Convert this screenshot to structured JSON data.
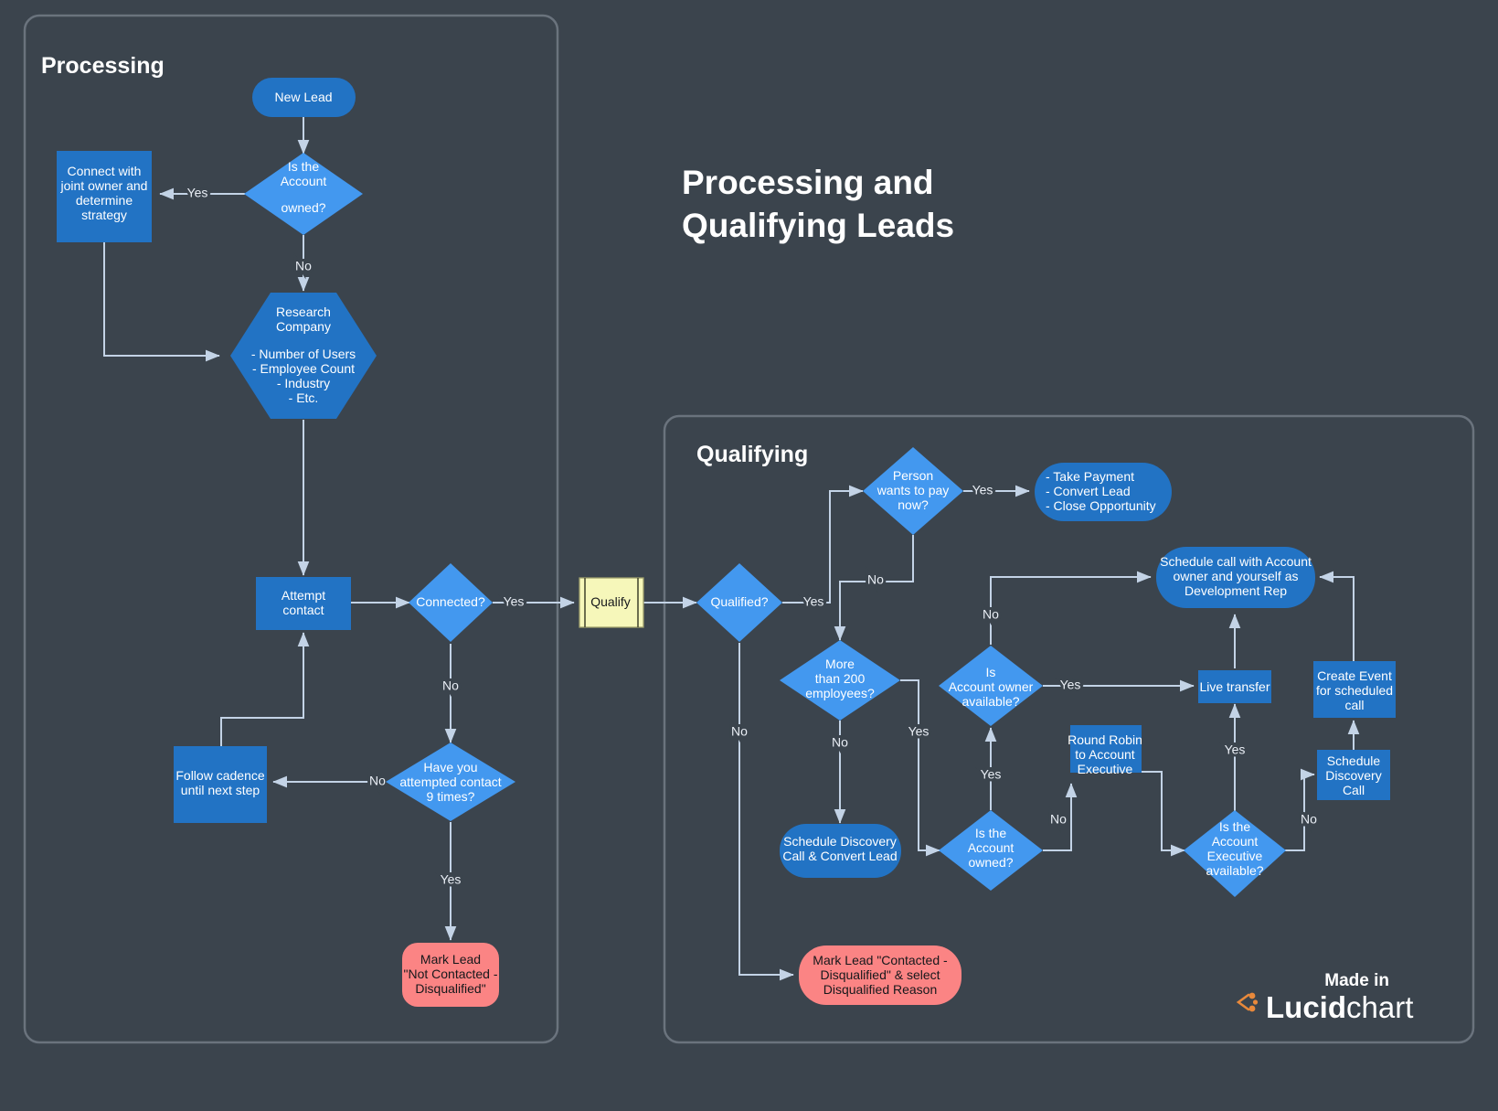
{
  "page": {
    "title_line1": "Processing and",
    "title_line2": "Qualifying Leads",
    "background_color": "#3b444d"
  },
  "colors": {
    "background": "#3b444d",
    "process": "#2273c4",
    "decision": "#4398ef",
    "terminator": "#2273c4",
    "stop": "#fb8484",
    "note": "#f6f7ba",
    "edge": "#c3d3e6",
    "container_border": "#6a737d",
    "logo_accent": "#e8893b"
  },
  "containers": [
    {
      "name": "processing",
      "title": "Processing"
    },
    {
      "name": "qualifying",
      "title": "Qualifying"
    }
  ],
  "nodes": {
    "new_lead": {
      "label": "New Lead",
      "shape": "terminator"
    },
    "is_account_owned": {
      "line1": "Is the",
      "line2": "Account",
      "line3": "owned?",
      "shape": "decision"
    },
    "connect_joint_owner": {
      "line1": "Connect with",
      "line2": "joint owner and",
      "line3": "determine",
      "line4": "strategy",
      "shape": "process"
    },
    "research_company": {
      "line1": "Research",
      "line2": "Company",
      "line3": "- Number of Users",
      "line4": "- Employee Count",
      "line5": "- Industry",
      "line6": "- Etc.",
      "shape": "hexagon"
    },
    "attempt_contact": {
      "line1": "Attempt",
      "line2": "contact",
      "shape": "process"
    },
    "connected": {
      "label": "Connected?",
      "shape": "decision"
    },
    "attempted_9_times": {
      "line1": "Have you",
      "line2": "attempted contact",
      "line3": "9 times?",
      "shape": "decision"
    },
    "follow_cadence": {
      "line1": "Follow cadence",
      "line2": "until next step",
      "shape": "process"
    },
    "mark_lead_not_contacted": {
      "line1": "Mark Lead",
      "line2": "\"Not Contacted -",
      "line3": "Disqualified\"",
      "shape": "stop"
    },
    "qualify_note": {
      "label": "Qualify",
      "shape": "note"
    },
    "qualified": {
      "label": "Qualified?",
      "shape": "decision"
    },
    "person_wants_pay": {
      "line1": "Person",
      "line2": "wants to pay",
      "line3": "now?",
      "shape": "decision"
    },
    "take_payment": {
      "line1": "- Take Payment",
      "line2": "- Convert Lead",
      "line3": "- Close Opportunity",
      "shape": "terminator"
    },
    "more_than_200": {
      "line1": "More",
      "line2": "than 200",
      "line3": "employees?",
      "shape": "decision"
    },
    "is_account_owner_available": {
      "line1": "Is",
      "line2": "Account owner",
      "line3": "available?",
      "shape": "decision"
    },
    "schedule_call_account_owner": {
      "line1": "Schedule call with Account",
      "line2": "owner and yourself as",
      "line3": "Development Rep",
      "shape": "terminator"
    },
    "create_event": {
      "line1": "Create Event",
      "line2": "for scheduled",
      "line3": "call",
      "shape": "process"
    },
    "live_transfer": {
      "label": "Live transfer",
      "shape": "process"
    },
    "round_robin": {
      "line1": "Round Robin",
      "line2": "to Account",
      "line3": "Executive",
      "shape": "process"
    },
    "schedule_discovery_convert": {
      "line1": "Schedule Discovery",
      "line2": "Call & Convert Lead",
      "shape": "terminator"
    },
    "is_account_owned_2": {
      "line1": "Is the",
      "line2": "Account",
      "line3": "owned?",
      "shape": "decision"
    },
    "is_ae_available": {
      "line1": "Is the",
      "line2": "Account",
      "line3": "Executive",
      "line4": "available?",
      "shape": "decision"
    },
    "schedule_discovery_call": {
      "line1": "Schedule",
      "line2": "Discovery",
      "line3": "Call",
      "shape": "process"
    },
    "mark_lead_contacted_dq": {
      "line1": "Mark Lead \"Contacted -",
      "line2": "Disqualified\" & select",
      "line3": "Disqualified Reason",
      "shape": "stop"
    }
  },
  "edge_labels": {
    "owned_yes": "Yes",
    "owned_no": "No",
    "connected_yes": "Yes",
    "connected_no": "No",
    "attempted_no": "No",
    "attempted_yes": "Yes",
    "qualified_yes": "Yes",
    "qualified_no": "No",
    "pay_yes": "Yes",
    "pay_no": "No",
    "emp200_yes": "Yes",
    "emp200_no": "No",
    "owner_avail_yes": "Yes",
    "owner_avail_no": "No",
    "owned2_yes": "Yes",
    "owned2_no": "No",
    "ae_yes": "Yes",
    "ae_no": "No"
  },
  "logo": {
    "made_in": "Made in",
    "brand_bold": "Lucid",
    "brand_light": "chart"
  }
}
